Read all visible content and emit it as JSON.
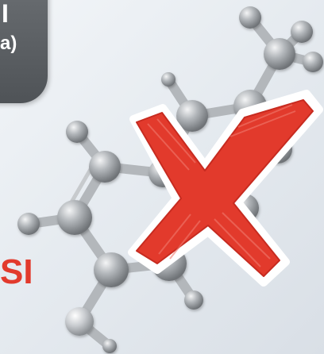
{
  "badge": {
    "line1": "I",
    "line2": "a)"
  },
  "side_text": "SI",
  "colors": {
    "background": "#eef2f6",
    "badge": "#5b5f63",
    "atom": "#9ea3a8",
    "bond": "#b7bbbf",
    "cross": "#e23a2c",
    "side_text": "#e23a2c"
  },
  "icons": {
    "molecule": "molecule-model-icon",
    "cross": "red-x-icon"
  }
}
